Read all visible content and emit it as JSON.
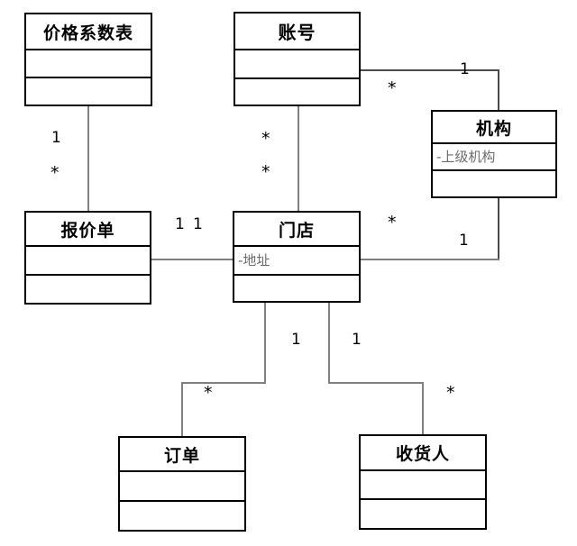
{
  "diagram": {
    "title": "UML Class Diagram",
    "type": "uml-class-diagram",
    "background_color": "#ffffff",
    "line_color": "#808080",
    "border_color": "#000000",
    "attribute_text_color": "#6b6b6b"
  },
  "classes": [
    {
      "id": "price-coefficient-table",
      "name": "价格系数表",
      "attributes": "",
      "operations": ""
    },
    {
      "id": "account",
      "name": "账号",
      "attributes": "",
      "operations": ""
    },
    {
      "id": "organization",
      "name": "机构",
      "attributes": "-上级机构",
      "operations": ""
    },
    {
      "id": "quotation",
      "name": "报价单",
      "attributes": "",
      "operations": ""
    },
    {
      "id": "store",
      "name": "门店",
      "attributes": "-地址",
      "operations": ""
    },
    {
      "id": "order",
      "name": "订单",
      "attributes": "",
      "operations": ""
    },
    {
      "id": "consignee",
      "name": "收货人",
      "attributes": "",
      "operations": ""
    }
  ],
  "associations": [
    {
      "id": "price-to-quotation",
      "from": "price-coefficient-table",
      "to": "quotation",
      "from_multiplicity": "1",
      "to_multiplicity": "*"
    },
    {
      "id": "account-to-store",
      "from": "account",
      "to": "store",
      "from_multiplicity": "*",
      "to_multiplicity": "*"
    },
    {
      "id": "account-to-organization",
      "from": "account",
      "to": "organization",
      "from_multiplicity": "*",
      "to_multiplicity": "1"
    },
    {
      "id": "store-to-organization",
      "from": "store",
      "to": "organization",
      "from_multiplicity": "*",
      "to_multiplicity": "1"
    },
    {
      "id": "quotation-to-store",
      "from": "quotation",
      "to": "store",
      "from_multiplicity": "1",
      "to_multiplicity": "1"
    },
    {
      "id": "store-to-order",
      "from": "store",
      "to": "order",
      "from_multiplicity": "1",
      "to_multiplicity": "*"
    },
    {
      "id": "store-to-consignee",
      "from": "store",
      "to": "consignee",
      "from_multiplicity": "1",
      "to_multiplicity": "*"
    }
  ],
  "multiplicity_labels": {
    "price_quotation_one": "1",
    "price_quotation_many": "*",
    "account_store_many_top": "*",
    "account_store_many_bottom": "*",
    "account_org_many": "*",
    "account_org_one": "1",
    "store_org_many": "*",
    "store_org_one": "1",
    "quotation_store_left_one": "1",
    "quotation_store_right_one": "1",
    "store_order_one": "1",
    "store_consignee_one": "1",
    "order_many": "*",
    "consignee_many": "*"
  }
}
